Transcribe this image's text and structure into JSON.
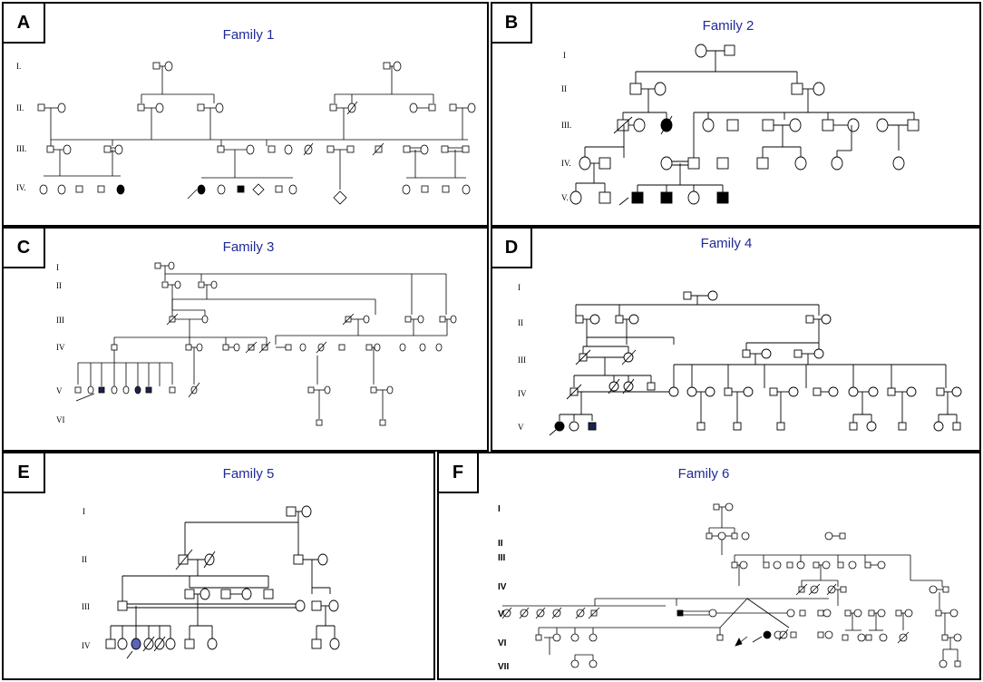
{
  "panels": {
    "A": {
      "letter": "A",
      "title": "Family 1",
      "generations": [
        "I.",
        "II.",
        "III.",
        "IV."
      ]
    },
    "B": {
      "letter": "B",
      "title": "Family 2",
      "generations": [
        "I",
        "II",
        "III.",
        "IV.",
        "V."
      ]
    },
    "C": {
      "letter": "C",
      "title": "Family 3",
      "generations": [
        "I",
        "II",
        "III",
        "IV",
        "V",
        "VI"
      ]
    },
    "D": {
      "letter": "D",
      "title": "Family 4",
      "generations": [
        "I",
        "II",
        "III",
        "IV",
        "V"
      ]
    },
    "E": {
      "letter": "E",
      "title": "Family 5",
      "generations": [
        "I",
        "II",
        "III",
        "IV"
      ]
    },
    "F": {
      "letter": "F",
      "title": "Family 6",
      "generations": [
        "I",
        "II",
        "III",
        "IV",
        "V",
        "VI",
        "VII"
      ]
    }
  },
  "colors": {
    "title": "#1f2a9a",
    "affected_black": "#000000",
    "affected_navy": "#1a2350",
    "affected_blue": "#5a64b8",
    "border": "#000000"
  }
}
